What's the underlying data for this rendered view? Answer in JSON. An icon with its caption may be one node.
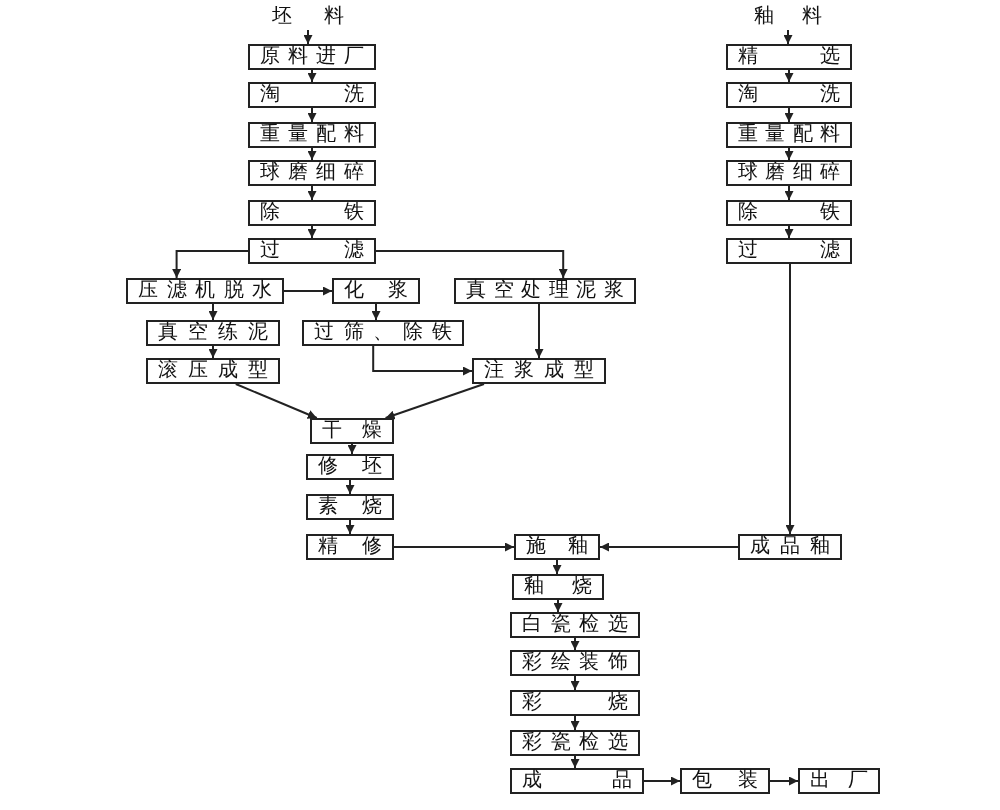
{
  "diagram": {
    "nodes": [
      {
        "text": [
          "坯料"
        ]
      },
      {
        "text": [
          "原料进厂"
        ]
      },
      {
        "text": [
          "淘洗"
        ]
      },
      {
        "text": [
          "重量配料"
        ]
      },
      {
        "text": [
          "球磨细碎"
        ]
      },
      {
        "text": [
          "除铁"
        ]
      },
      {
        "text": [
          "过滤"
        ]
      },
      {
        "text": [
          "釉料"
        ]
      },
      {
        "text": [
          "精选"
        ]
      },
      {
        "text": [
          "淘洗"
        ]
      },
      {
        "text": [
          "重量配料"
        ]
      },
      {
        "text": [
          "球磨细碎"
        ]
      },
      {
        "text": [
          "除铁"
        ]
      },
      {
        "text": [
          "过滤"
        ]
      },
      {
        "text": [
          "压滤机脱水"
        ]
      },
      {
        "text": [
          "化浆"
        ]
      },
      {
        "text": [
          "真空处理泥浆"
        ]
      },
      {
        "text": [
          "真空练泥"
        ]
      },
      {
        "text": [
          "过筛、除铁"
        ]
      },
      {
        "text": [
          "滚压成型"
        ]
      },
      {
        "text": [
          "注浆成型"
        ]
      },
      {
        "text": [
          "干燥"
        ]
      },
      {
        "text": [
          "修坯"
        ]
      },
      {
        "text": [
          "素烧"
        ]
      },
      {
        "text": [
          "精修"
        ]
      },
      {
        "text": [
          "施釉"
        ]
      },
      {
        "text": [
          "成品釉"
        ]
      },
      {
        "text": [
          "釉烧"
        ]
      },
      {
        "text": [
          "白瓷检选"
        ]
      },
      {
        "text": [
          "彩绘装饰"
        ]
      },
      {
        "text": [
          "彩烧"
        ]
      },
      {
        "text": [
          "彩瓷检选"
        ]
      },
      {
        "text": [
          "成品"
        ]
      },
      {
        "text": [
          "包装"
        ]
      },
      {
        "text": [
          "出厂"
        ]
      }
    ],
    "edges": [
      {
        "from": 0,
        "to": 1,
        "arrow": "to"
      },
      {
        "from": 1,
        "to": 2,
        "arrow": "to"
      },
      {
        "from": 2,
        "to": 3,
        "arrow": "to"
      },
      {
        "from": 3,
        "to": 4,
        "arrow": "to"
      },
      {
        "from": 4,
        "to": 5,
        "arrow": "to"
      },
      {
        "from": 5,
        "to": 6,
        "arrow": "to"
      },
      {
        "from": 6,
        "to": 14,
        "arrow": "to"
      },
      {
        "from": 6,
        "to": 16,
        "arrow": "to"
      },
      {
        "from": 7,
        "to": 8,
        "arrow": "to"
      },
      {
        "from": 8,
        "to": 9,
        "arrow": "to"
      },
      {
        "from": 9,
        "to": 10,
        "arrow": "to"
      },
      {
        "from": 10,
        "to": 11,
        "arrow": "to"
      },
      {
        "from": 11,
        "to": 12,
        "arrow": "to"
      },
      {
        "from": 12,
        "to": 13,
        "arrow": "to"
      },
      {
        "from": 13,
        "to": 26,
        "arrow": "to"
      },
      {
        "from": 14,
        "to": 15,
        "arrow": "to"
      },
      {
        "from": 14,
        "to": 17,
        "arrow": "to"
      },
      {
        "from": 17,
        "to": 19,
        "arrow": "to"
      },
      {
        "from": 15,
        "to": 18,
        "arrow": "to"
      },
      {
        "from": 18,
        "to": 20,
        "arrow": "to"
      },
      {
        "from": 16,
        "to": 20,
        "arrow": "to"
      },
      {
        "from": 19,
        "to": 21,
        "arrow": "to"
      },
      {
        "from": 20,
        "to": 21,
        "arrow": "to"
      },
      {
        "from": 21,
        "to": 22,
        "arrow": "to"
      },
      {
        "from": 22,
        "to": 23,
        "arrow": "to"
      },
      {
        "from": 23,
        "to": 24,
        "arrow": "to"
      },
      {
        "from": 24,
        "to": 25,
        "arrow": "to"
      },
      {
        "from": 26,
        "to": 25,
        "arrow": "to"
      },
      {
        "from": 25,
        "to": 27,
        "arrow": "to"
      },
      {
        "from": 27,
        "to": 28,
        "arrow": "to"
      },
      {
        "from": 28,
        "to": 29,
        "arrow": "to"
      },
      {
        "from": 29,
        "to": 30,
        "arrow": "to"
      },
      {
        "from": 30,
        "to": 31,
        "arrow": "to"
      },
      {
        "from": 31,
        "to": 32,
        "arrow": "to"
      },
      {
        "from": 32,
        "to": 33,
        "arrow": "to"
      },
      {
        "from": 33,
        "to": 34,
        "arrow": "to"
      }
    ]
  }
}
